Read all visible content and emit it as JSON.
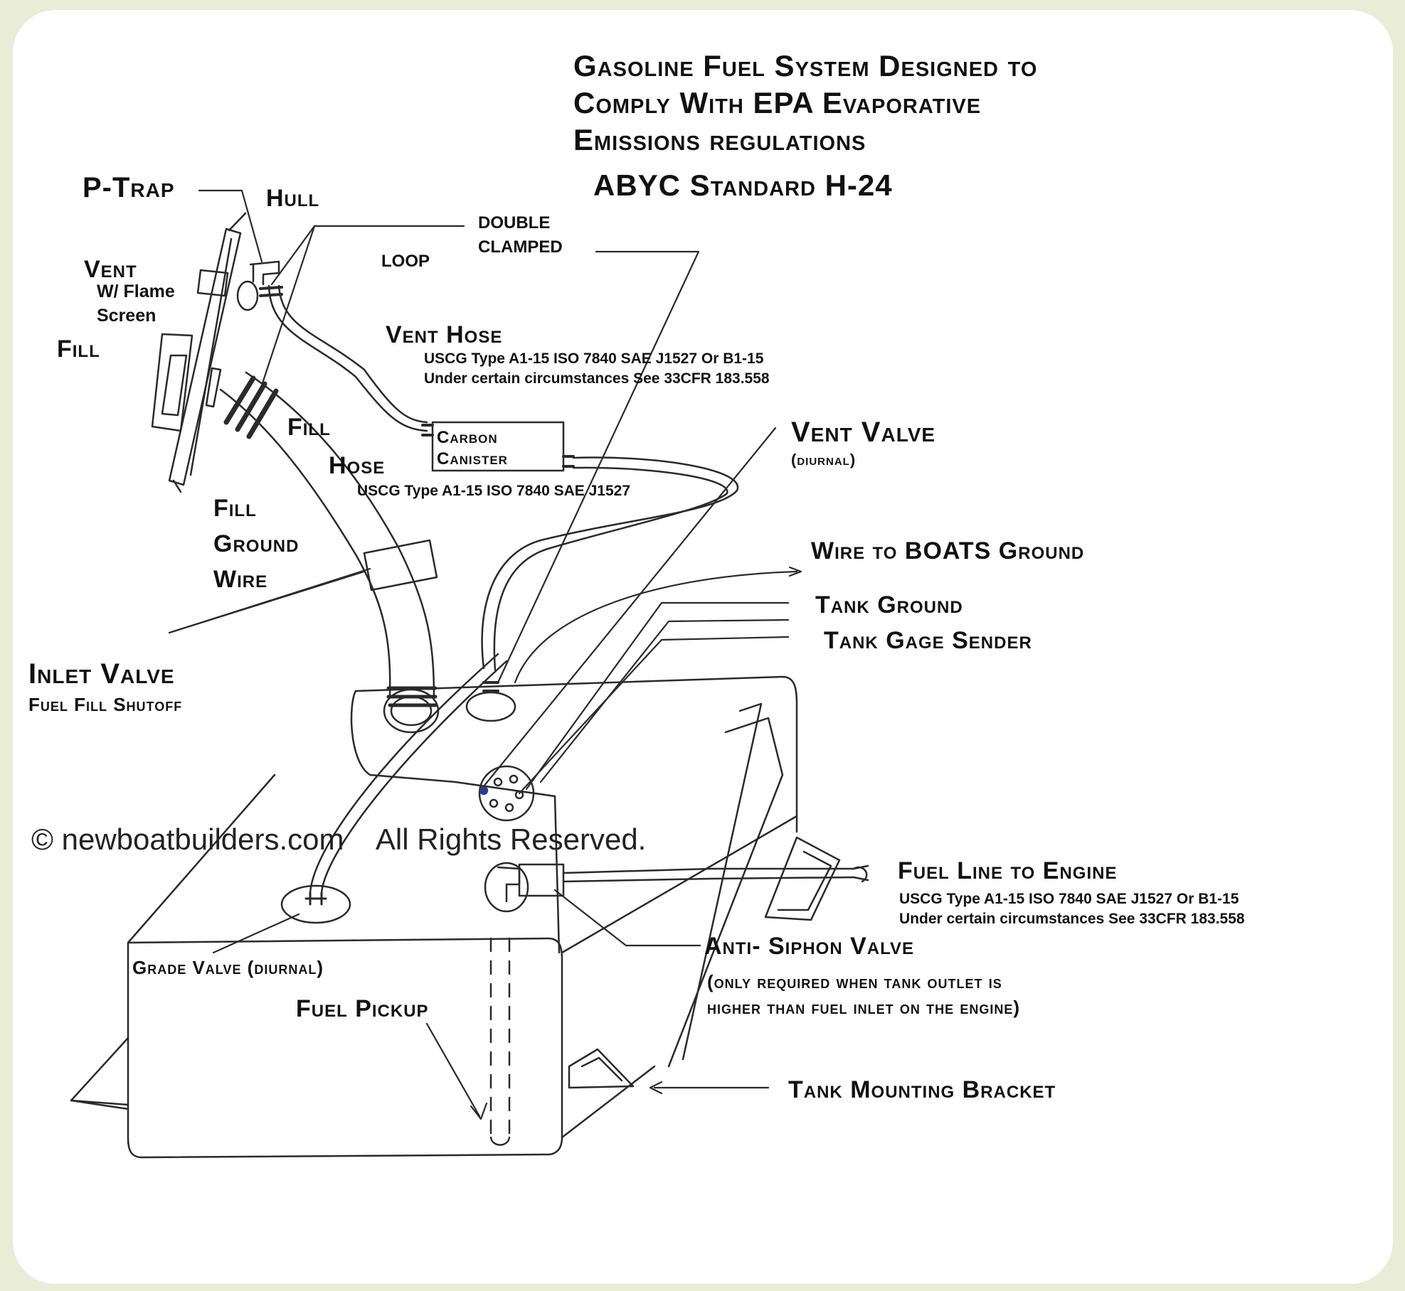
{
  "title": {
    "line1": "Gasoline Fuel System Designed to",
    "line2": "Comply With EPA Evaporative",
    "line3": "Emissions regulations",
    "line4": "ABYC Standard H-24"
  },
  "labels": {
    "p_trap": "P-Trap",
    "hull": "Hull",
    "double_clamped_1": "DOUBLE",
    "double_clamped_2": "CLAMPED",
    "loop": "LOOP",
    "vent": "Vent",
    "vent_flame_1": "W/ Flame",
    "vent_flame_2": "Screen",
    "fill": "Fill",
    "vent_hose": "Vent Hose",
    "vent_hose_spec_1": "USCG Type A1-15 ISO 7840 SAE J1527 Or B1-15",
    "vent_hose_spec_2": "Under certain circumstances See 33CFR 183.558",
    "fill_hose_1": "Fill",
    "fill_hose_2": "Hose",
    "fill_hose_spec": "USCG Type A1-15   ISO 7840    SAE J1527",
    "carbon_canister_1": "Carbon",
    "carbon_canister_2": "Canister",
    "vent_valve": "Vent Valve",
    "vent_valve_sub": "(diurnal)",
    "fill_ground_1": "Fill",
    "fill_ground_2": "Ground",
    "fill_ground_3": "Wire",
    "wire_to_boats_ground": "Wire to BOATS Ground",
    "tank_ground": "Tank Ground",
    "tank_gage_sender": "Tank Gage Sender",
    "inlet_valve": "Inlet Valve",
    "inlet_valve_sub": "Fuel Fill Shutoff",
    "copyright": "© newboatbuilders.com    All Rights Reserved.",
    "fuel_line": "Fuel Line to Engine",
    "fuel_line_spec_1": "USCG Type A1-15 ISO 7840 SAE J1527 Or B1-15",
    "fuel_line_spec_2": "Under certain circumstances See 33CFR 183.558",
    "anti_siphon": "Anti- Siphon Valve",
    "anti_siphon_note_1": "(only required when tank outlet is",
    "anti_siphon_note_2": "higher than fuel inlet on the engine)",
    "grade_valve": "Grade Valve (diurnal)",
    "fuel_pickup": "Fuel Pickup",
    "tank_mounting_bracket": "Tank Mounting Bracket"
  }
}
